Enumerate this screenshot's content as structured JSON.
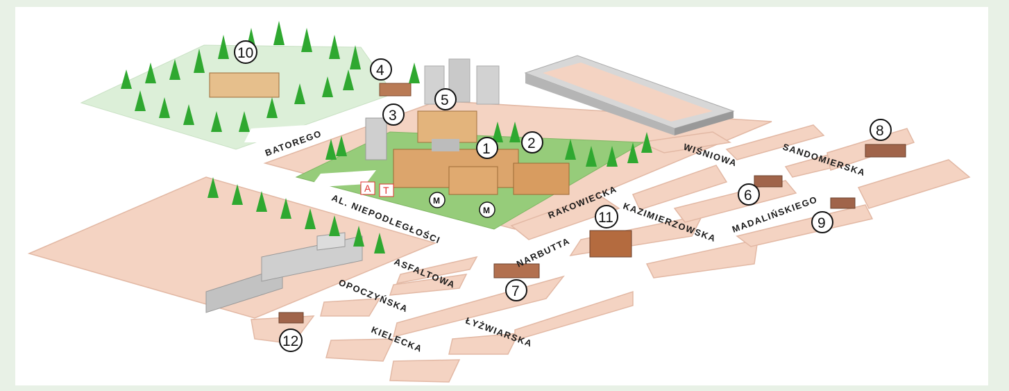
{
  "map": {
    "streets": [
      {
        "id": "batorego",
        "label": "BATOREGO"
      },
      {
        "id": "al-niepodleglosci",
        "label": "AL. NIEPODLEGŁOŚCI"
      },
      {
        "id": "rakowiecka",
        "label": "RAKOWIECKA"
      },
      {
        "id": "wisniowa",
        "label": "WIŚNIOWA"
      },
      {
        "id": "sandomierska",
        "label": "SANDOMIERSKA"
      },
      {
        "id": "kazimierzowska",
        "label": "KAZIMIERZOWSKA"
      },
      {
        "id": "madalinskiego",
        "label": "MADALIŃSKIEGO"
      },
      {
        "id": "narbutta",
        "label": "NARBUTTA"
      },
      {
        "id": "asfaltowa",
        "label": "ASFALTOWA"
      },
      {
        "id": "opoczynska",
        "label": "OPOCZYŃSKA"
      },
      {
        "id": "kielecka",
        "label": "KIELECKA"
      },
      {
        "id": "lyzwiarska",
        "label": "ŁYŻWIARSKA"
      }
    ],
    "markers": [
      "1",
      "2",
      "3",
      "4",
      "5",
      "6",
      "7",
      "8",
      "9",
      "10",
      "11",
      "12"
    ],
    "metro_label": "M",
    "signs": [
      "A",
      "T"
    ],
    "colors": {
      "block": "#f4d3c2",
      "block_edge": "#e0b49f",
      "park": "#dcefd8",
      "campus": "#96cc7a",
      "tree": "#2fa830",
      "building": "#d9a56f",
      "gray": "#c9c9c9"
    }
  }
}
